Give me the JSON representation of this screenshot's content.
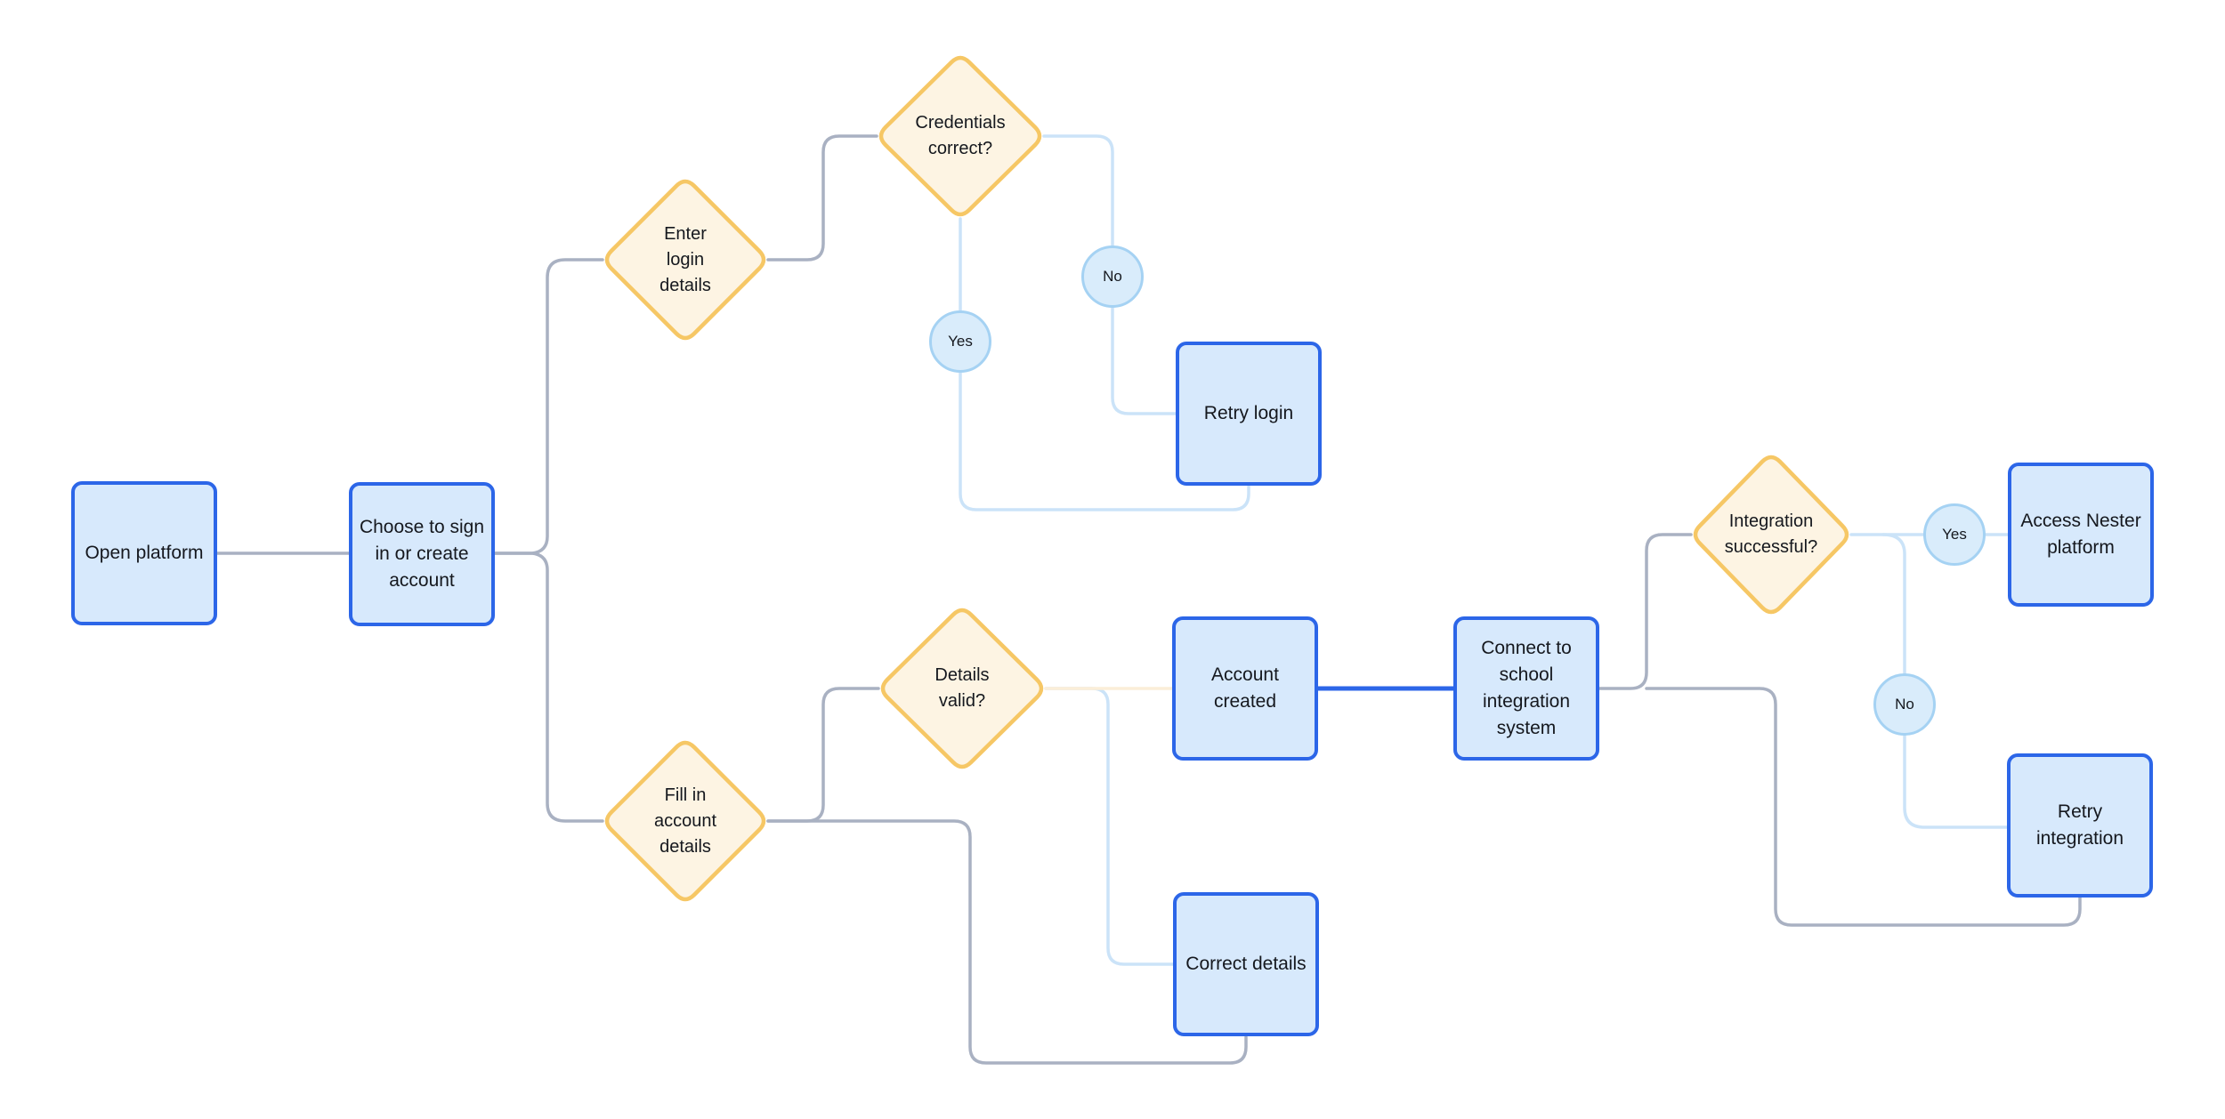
{
  "canvas": {
    "background": "#ffffff"
  },
  "colors": {
    "canvas_bg": "#ffffff",
    "box_fill": "#d7e9fc",
    "box_border": "#2c66e8",
    "diamond_fill": "#fdf4e3",
    "diamond_border": "#f6c765",
    "circle_fill": "#d9ecfb",
    "circle_border": "#a5d2f3",
    "edge_gray": "#a9b1c2",
    "edge_light_blue": "#cbe3f8",
    "edge_cream": "#fbeed8",
    "edge_dark_blue": "#2c66e8",
    "text": "#15181e"
  },
  "nodes": {
    "open_platform": {
      "label": "Open platform"
    },
    "choose_signin": {
      "label": "Choose to sign in or create account"
    },
    "enter_login": {
      "label": "Enter login details"
    },
    "credentials_correct": {
      "label": "Credentials correct?"
    },
    "retry_login": {
      "label": "Retry login"
    },
    "fill_account": {
      "label": "Fill in account details"
    },
    "details_valid": {
      "label": "Details valid?"
    },
    "account_created": {
      "label": "Account created"
    },
    "correct_details": {
      "label": "Correct details"
    },
    "connect_school": {
      "label": "Connect to school integration system"
    },
    "integration_successful": {
      "label": "Integration successful?"
    },
    "access_nester": {
      "label": "Access Nester platform"
    },
    "retry_integration": {
      "label": "Retry integration"
    }
  },
  "edge_labels": {
    "credentials_yes": {
      "label": "Yes"
    },
    "credentials_no": {
      "label": "No"
    },
    "integration_yes": {
      "label": "Yes"
    },
    "integration_no": {
      "label": "No"
    }
  }
}
